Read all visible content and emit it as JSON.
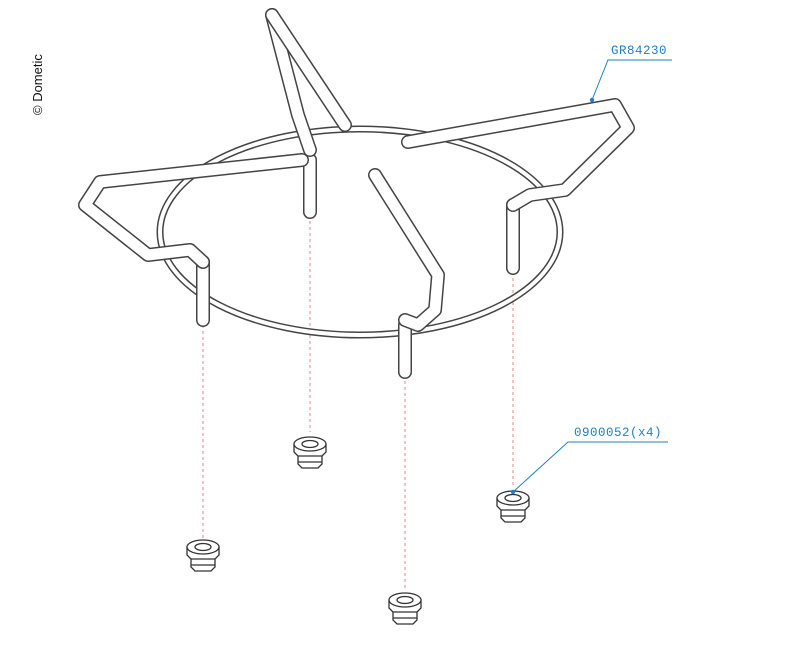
{
  "copyright": "© Dometic",
  "callouts": {
    "grate_part": "GR84230",
    "feet_part": "0900052(x4)"
  },
  "colors": {
    "line": "#444444",
    "callout": "#1f7fc8",
    "leader": "#e08a8a"
  }
}
